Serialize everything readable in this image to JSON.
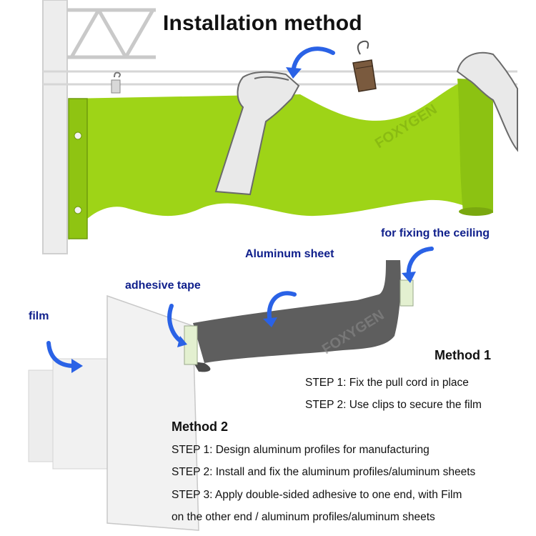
{
  "title": "Installation method",
  "watermark": "FOXYGEN",
  "labels": {
    "ceiling": "for fixing the ceiling",
    "aluminum": "Aluminum sheet",
    "adhesive": "adhesive tape",
    "film": "film"
  },
  "method1": {
    "heading": "Method 1",
    "steps": [
      "STEP 1: Fix the pull cord in place",
      "STEP 2: Use clips to secure the film"
    ]
  },
  "method2": {
    "heading": "Method 2",
    "steps": [
      "STEP 1: Design aluminum profiles for manufacturing",
      "STEP 2: Install and fix the aluminum profiles/aluminum sheets",
      "STEP 3: Apply double-sided adhesive to one end, with Film",
      "on the other end / aluminum profiles/aluminum sheets"
    ]
  },
  "colors": {
    "film_green": "#9ed417",
    "label_blue": "#10208c",
    "arrow_blue": "#2a62e6",
    "profile_gray": "#5e5e5e"
  }
}
